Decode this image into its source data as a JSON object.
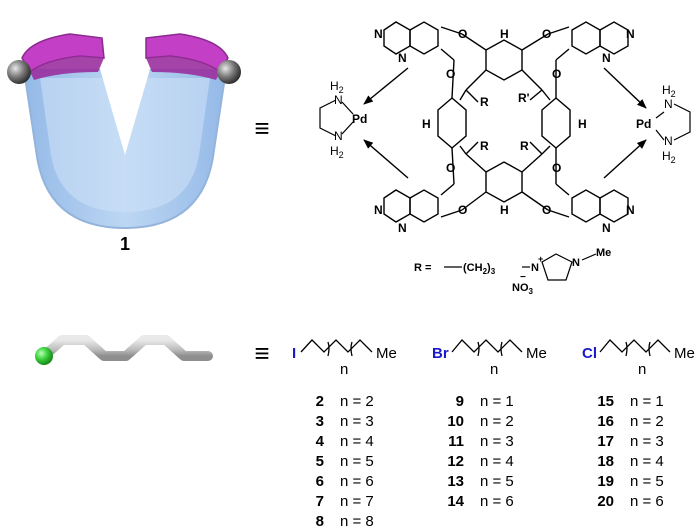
{
  "compound_label_cavitand": "1",
  "equiv_symbol": "≡",
  "pd_left": {
    "h2_top": "H",
    "h2_sub_top": "2",
    "n_top": "N",
    "pd": "Pd",
    "n_bottom": "N",
    "h2_bottom": "H",
    "h2_sub_bottom": "2"
  },
  "pd_right": {
    "h2_top": "H",
    "h2_sub_top": "2",
    "n_top": "N",
    "pd": "Pd",
    "n_bottom": "N",
    "h2_bottom": "H",
    "h2_sub_bottom": "2"
  },
  "cavitand_atoms": {
    "O": "O",
    "N": "N",
    "H": "H",
    "R": "R",
    "R_prime": "R'"
  },
  "r_group": {
    "prefix": "R =",
    "chain": "(CH",
    "chain_sub": "2",
    "chain_close": ")",
    "chain_n": "3",
    "n_plus": "N",
    "plus": "+",
    "n_methyl": "N",
    "methyl": "Me",
    "counterion": "NO",
    "counterion_sub": "3",
    "counterion_charge": "−"
  },
  "guest_series": [
    {
      "halogen": "I",
      "halogen_color": "#1a1ac8",
      "methyl": "Me",
      "n_label": "n",
      "rows": [
        {
          "id": "2",
          "n": "n = 2"
        },
        {
          "id": "3",
          "n": "n = 3"
        },
        {
          "id": "4",
          "n": "n = 4"
        },
        {
          "id": "5",
          "n": "n = 5"
        },
        {
          "id": "6",
          "n": "n = 6"
        },
        {
          "id": "7",
          "n": "n = 7"
        },
        {
          "id": "8",
          "n": "n = 8"
        }
      ]
    },
    {
      "halogen": "Br",
      "halogen_color": "#1a1ac8",
      "methyl": "Me",
      "n_label": "n",
      "rows": [
        {
          "id": "9",
          "n": "n = 1"
        },
        {
          "id": "10",
          "n": "n = 2"
        },
        {
          "id": "11",
          "n": "n = 3"
        },
        {
          "id": "12",
          "n": "n = 4"
        },
        {
          "id": "13",
          "n": "n = 5"
        },
        {
          "id": "14",
          "n": "n = 6"
        }
      ]
    },
    {
      "halogen": "Cl",
      "halogen_color": "#1a1ac8",
      "methyl": "Me",
      "n_label": "n",
      "rows": [
        {
          "id": "15",
          "n": "n = 1"
        },
        {
          "id": "16",
          "n": "n = 2"
        },
        {
          "id": "17",
          "n": "n = 3"
        },
        {
          "id": "18",
          "n": "n = 4"
        },
        {
          "id": "19",
          "n": "n = 5"
        },
        {
          "id": "20",
          "n": "n = 6"
        }
      ]
    }
  ],
  "colors": {
    "cup_blue": "#a9c9ee",
    "rim_magenta": "#c23fc6",
    "sphere_gray": "#6f6f6f",
    "chain_gray": "#c8c8c8",
    "halogen_green": "#3fd23f",
    "label_blue": "#1a1ac8"
  }
}
